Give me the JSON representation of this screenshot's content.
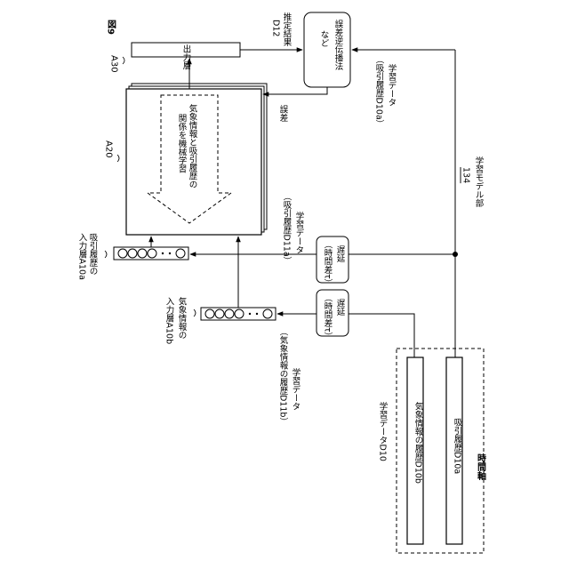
{
  "figure_label": "図9",
  "output_layer": {
    "ref": "A30",
    "label": "出力層"
  },
  "network": {
    "ref": "A20",
    "learning_text_line1": "気象情報と吸引履歴の",
    "learning_text_line2": "関係を機械学習"
  },
  "input_layer_a": {
    "line1": "吸引履歴の",
    "line2": "入力層A10a"
  },
  "input_layer_b": {
    "line1": "気象情報の",
    "line2": "入力層A10b"
  },
  "estimation": {
    "line1": "推定結果",
    "line2": "D12"
  },
  "backprop": {
    "line1": "誤差逆伝播法",
    "line2": "など"
  },
  "error_label": "誤差",
  "learning_data_top": {
    "line1": "学習データ",
    "line2": "（吸引履歴D10a）"
  },
  "learning_data_a": {
    "line1": "学習データ",
    "line2": "（吸引履歴D11a）"
  },
  "learning_data_b": {
    "line1": "学習データ",
    "line2": "（気象情報の履歴D11b）"
  },
  "delay_a": {
    "line1": "遅延",
    "line2": "（時間差τ）"
  },
  "delay_b": {
    "line1": "遅延",
    "line2": "（時間差τ）"
  },
  "model_unit": {
    "line1": "学習モデル部",
    "line2": "134"
  },
  "learning_data_d10": "学習データD10",
  "bar_weather": "気象情報の履歴D10b",
  "bar_suction": "吸引履歴D10a",
  "time_axis": "時間軸"
}
